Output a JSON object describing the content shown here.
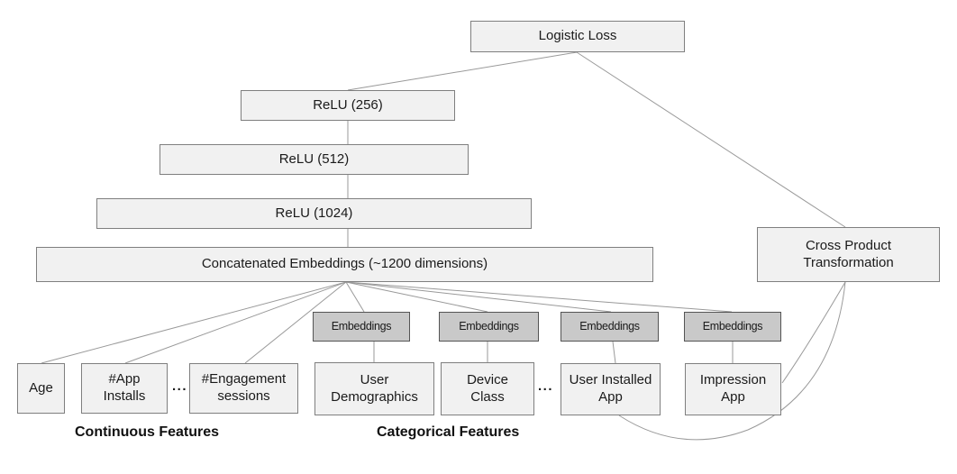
{
  "diagram": {
    "nodes": {
      "logistic_loss": {
        "label": "Logistic Loss"
      },
      "relu_256": {
        "label": "ReLU (256)"
      },
      "relu_512": {
        "label": "ReLU (512)"
      },
      "relu_1024": {
        "label": "ReLU (1024)"
      },
      "concatenated_embeddings": {
        "label": "Concatenated Embeddings (~1200 dimensions)"
      },
      "embeddings_1": {
        "label": "Embeddings"
      },
      "embeddings_2": {
        "label": "Embeddings"
      },
      "embeddings_3": {
        "label": "Embeddings"
      },
      "embeddings_4": {
        "label": "Embeddings"
      },
      "cross_product": {
        "label": "Cross Product\nTransformation"
      },
      "age": {
        "label": "Age"
      },
      "app_installs": {
        "label": "#App\nInstalls"
      },
      "engagement_sessions": {
        "label": "#Engagement\nsessions"
      },
      "user_demographics": {
        "label": "User\nDemographics"
      },
      "device_class": {
        "label": "Device\nClass"
      },
      "user_installed_app": {
        "label": "User Installed\nApp"
      },
      "impression_app": {
        "label": "Impression\nApp"
      }
    },
    "ellipsis_continuous": "...",
    "ellipsis_categorical": "...",
    "group_labels": {
      "continuous": "Continuous Features",
      "categorical": "Categorical Features"
    },
    "edges": [
      {
        "from": "logistic_loss",
        "to": "relu_256"
      },
      {
        "from": "logistic_loss",
        "to": "cross_product"
      },
      {
        "from": "relu_256",
        "to": "relu_512"
      },
      {
        "from": "relu_512",
        "to": "relu_1024"
      },
      {
        "from": "relu_1024",
        "to": "concatenated_embeddings"
      },
      {
        "from": "concatenated_embeddings",
        "to": "age"
      },
      {
        "from": "concatenated_embeddings",
        "to": "app_installs"
      },
      {
        "from": "concatenated_embeddings",
        "to": "engagement_sessions"
      },
      {
        "from": "concatenated_embeddings",
        "to": "embeddings_1"
      },
      {
        "from": "concatenated_embeddings",
        "to": "embeddings_2"
      },
      {
        "from": "concatenated_embeddings",
        "to": "embeddings_3"
      },
      {
        "from": "concatenated_embeddings",
        "to": "embeddings_4"
      },
      {
        "from": "embeddings_1",
        "to": "user_demographics"
      },
      {
        "from": "embeddings_2",
        "to": "device_class"
      },
      {
        "from": "embeddings_3",
        "to": "user_installed_app"
      },
      {
        "from": "embeddings_4",
        "to": "impression_app"
      },
      {
        "from": "cross_product",
        "to": "impression_app"
      },
      {
        "from": "cross_product",
        "to": "user_installed_app"
      }
    ],
    "colors": {
      "node_fill": "#f1f1f1",
      "node_border": "#7f7f7f",
      "embedding_fill": "#c9c9c9",
      "embedding_border": "#545454",
      "connector": "#999999",
      "text": "#1a1a1a",
      "background": "#ffffff"
    }
  }
}
